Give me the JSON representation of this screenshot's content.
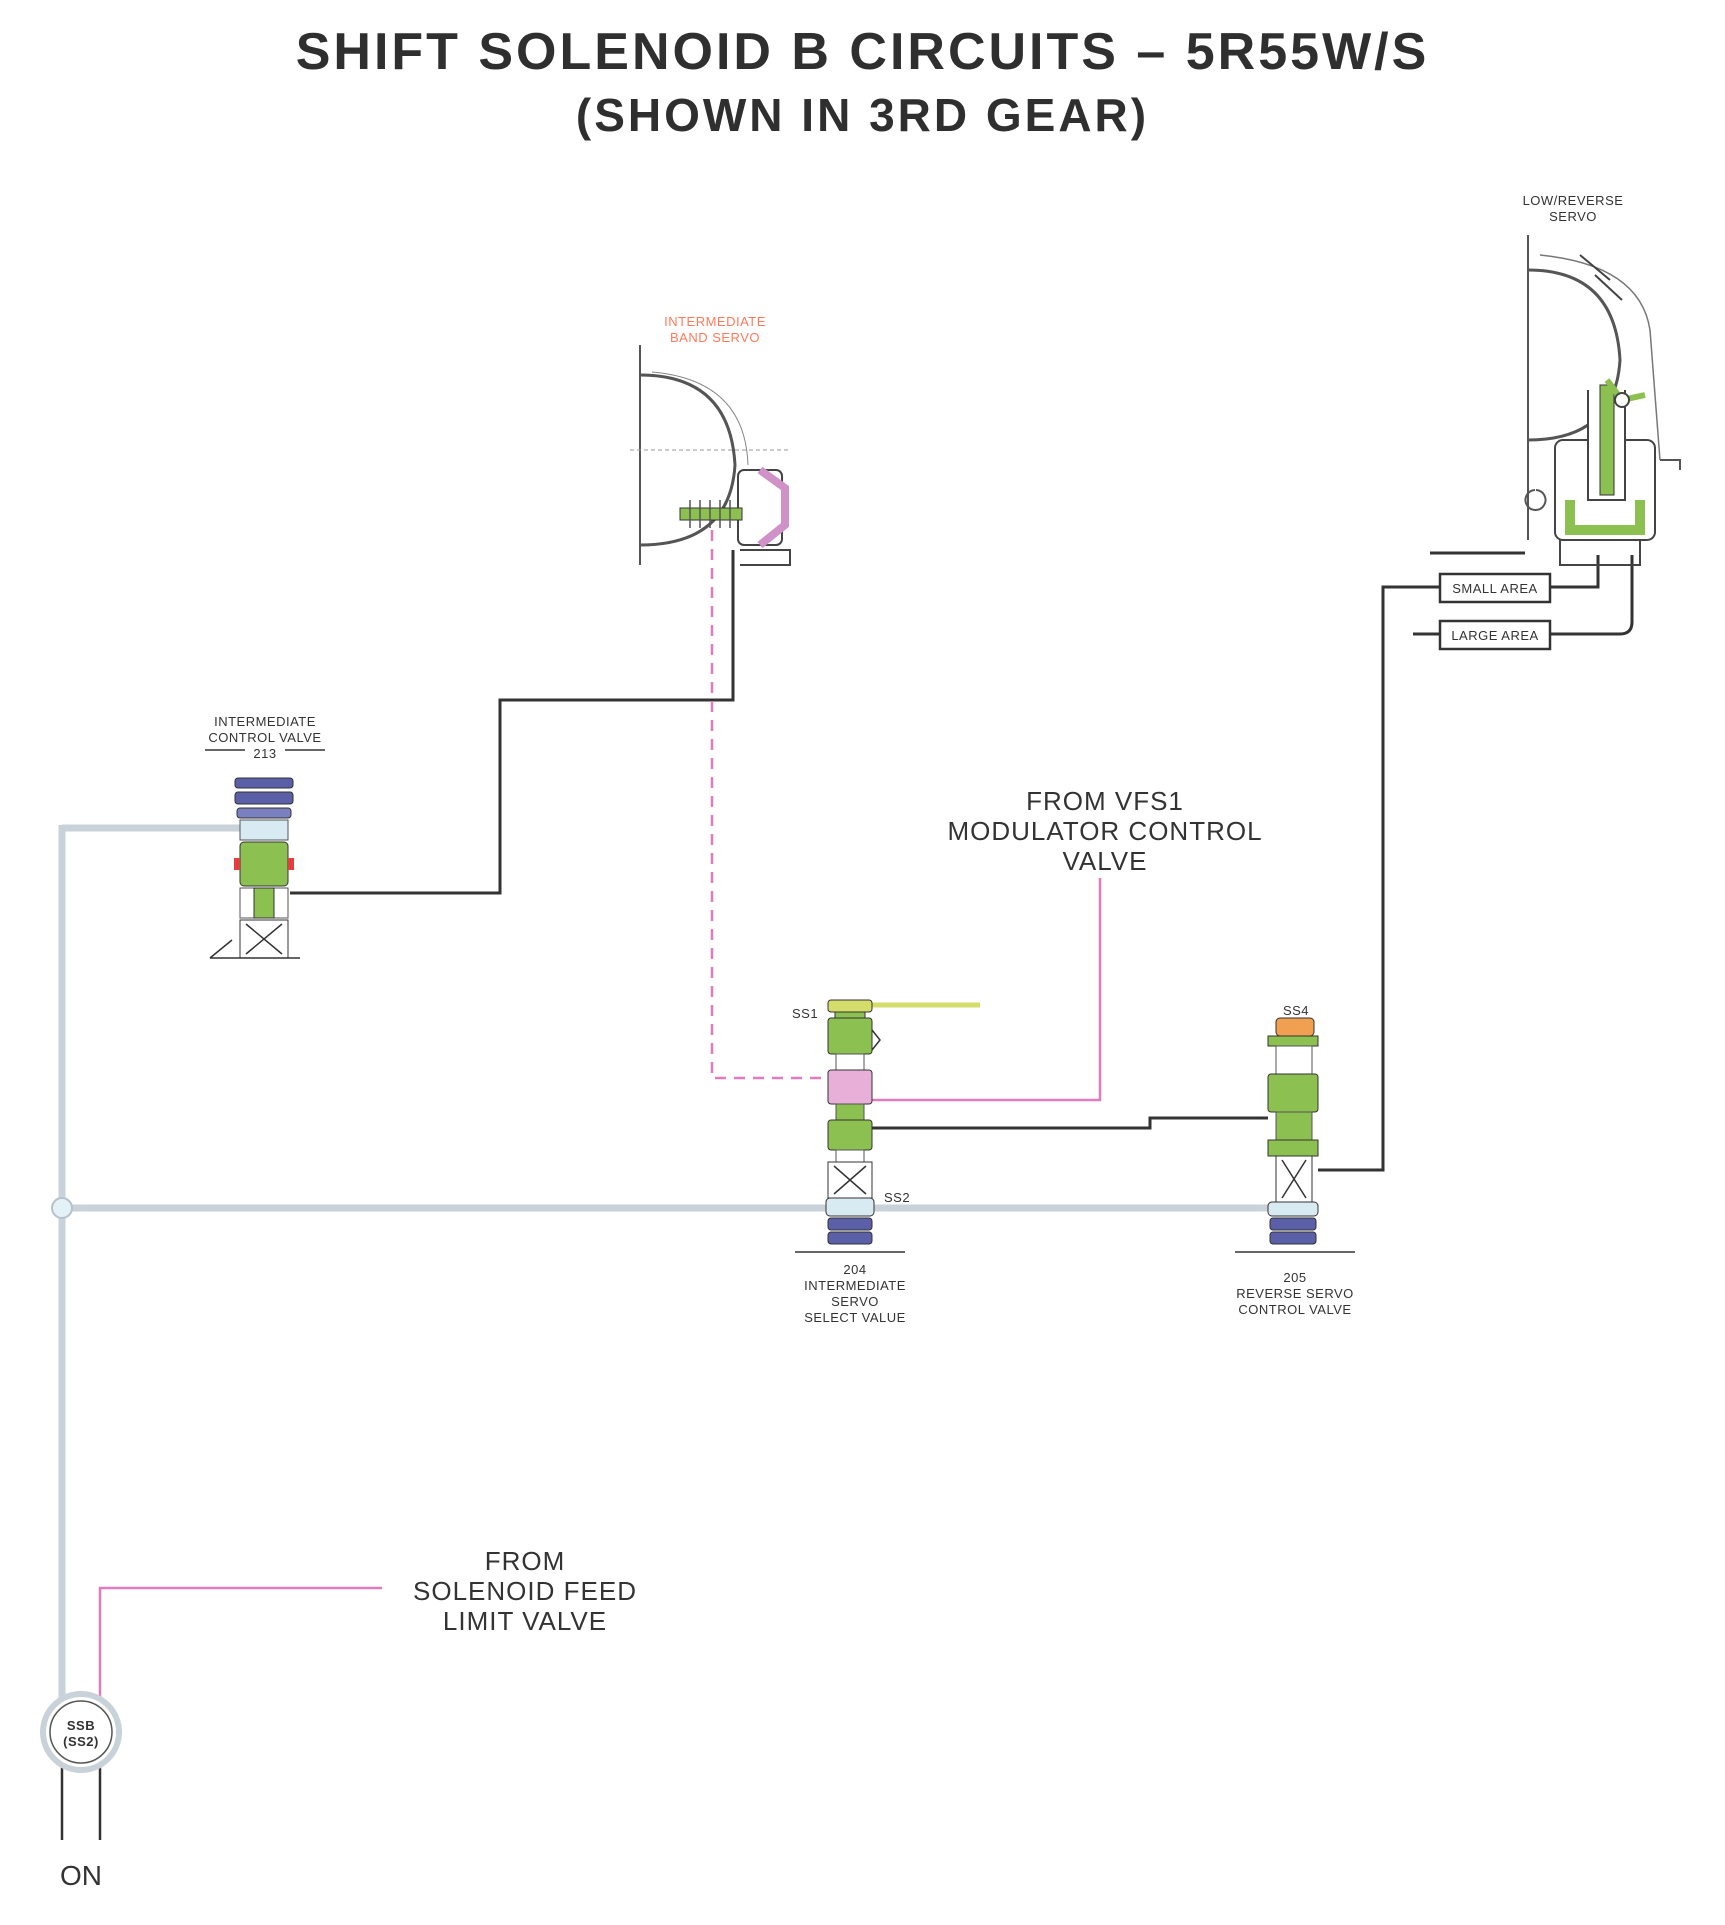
{
  "title": "SHIFT SOLENOID B CIRCUITS – 5R55W/S",
  "subtitle": "(SHOWN IN 3RD GEAR)",
  "labels": {
    "low_reverse_servo": [
      "LOW/REVERSE",
      "SERVO"
    ],
    "intermediate_band_servo": [
      "INTERMEDIATE",
      "BAND SERVO"
    ],
    "intermediate_control_valve": [
      "INTERMEDIATE",
      "CONTROL VALVE",
      "213"
    ],
    "from_vfs1": [
      "FROM VFS1",
      "MODULATOR CONTROL",
      "VALVE"
    ],
    "ss1": "SS1",
    "ss2": "SS2",
    "ss4": "SS4",
    "small_area": "SMALL AREA",
    "large_area": "LARGE AREA",
    "intermediate_servo_select": [
      "204",
      "INTERMEDIATE",
      "SERVO",
      "SELECT VALUE"
    ],
    "reverse_servo_control": [
      "205",
      "REVERSE SERVO",
      "CONTROL VALVE"
    ],
    "from_solenoid_feed": [
      "FROM",
      "SOLENOID FEED",
      "LIMIT VALVE"
    ],
    "solenoid": [
      "SSB",
      "(SS2)"
    ],
    "on": "ON"
  },
  "colors": {
    "valve_green": "#8cc152",
    "valve_blue": "#5a5fa8",
    "pink_line": "#e07bbd",
    "pink_label": "#ff7a5a",
    "gray_line": "#c9d2d9",
    "black_line": "#333333",
    "ss1_yellow": "#d4dd6a",
    "ss4_orange": "#f0a050",
    "red_detail": "#e04040",
    "light_blue": "#d8ebf3"
  }
}
